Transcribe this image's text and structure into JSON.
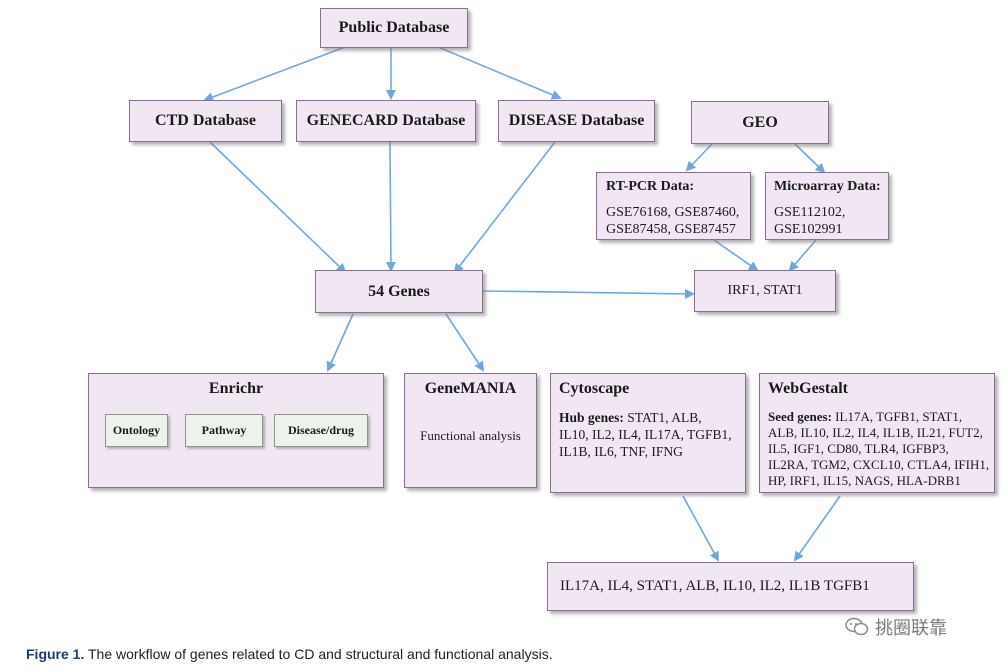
{
  "nodes": {
    "public_db": "Public Database",
    "ctd_db": "CTD Database",
    "genecard_db": "GENECARD Database",
    "disease_db": "DISEASE Database",
    "geo": "GEO",
    "rtpcr": {
      "title": "RT-PCR Data:",
      "line1": "GSE76168, GSE87460,",
      "line2": "GSE87458, GSE87457"
    },
    "microarray": {
      "title": "Microarray Data:",
      "line1": "GSE112102,",
      "line2": "GSE102991"
    },
    "genes54": "54 Genes",
    "irf1_stat1": "IRF1, STAT1",
    "enrichr": {
      "title": "Enrichr",
      "items": [
        "Ontology",
        "Pathway",
        "Disease/drug"
      ]
    },
    "genemania": {
      "title": "GeneMANIA",
      "subtitle": "Functional analysis"
    },
    "cytoscape": {
      "title": "Cytoscape",
      "label": "Hub genes:",
      "line1": "STAT1, ALB,",
      "line2": "IL10, IL2, IL4, IL17A, TGFB1,",
      "line3": "IL1B, IL6, TNF, IFNG"
    },
    "webgestalt": {
      "title": "WebGestalt",
      "label": "Seed genes:",
      "line1": "IL17A, TGFB1, STAT1,",
      "line2": "ALB, IL10, IL2, IL4, IL1B, IL21, FUT2,",
      "line3": "IL5, IGF1, CD80, TLR4, IGFBP3,",
      "line4": "IL2RA, TGM2, CXCL10, CTLA4, IFIH1,",
      "line5": "HP, IRF1, IL15, NAGS, HLA-DRB1"
    },
    "final": "IL17A, IL4, STAT1, ALB, IL10, IL2, IL1B TGFB1"
  },
  "caption": {
    "label": "Figure 1.",
    "text": "The workflow of genes related to CD and structural and functional analysis."
  },
  "watermark": {
    "text": "挑圈联靠",
    "icon": "wechat-icon"
  },
  "colors": {
    "box_fill": "#f1e7f3",
    "box_border": "#8c6b94",
    "arrow": "#6fa8dc",
    "inner_fill": "#eef2ec"
  }
}
